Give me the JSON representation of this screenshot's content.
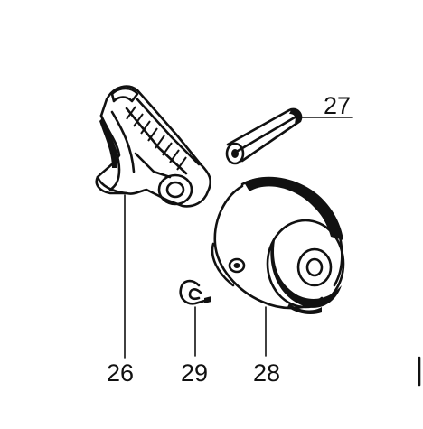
{
  "diagram": {
    "parts": [
      {
        "id": "rocker-arm",
        "number": "26"
      },
      {
        "id": "pin",
        "number": "27"
      },
      {
        "id": "roller",
        "number": "28"
      },
      {
        "id": "clip",
        "number": "29"
      }
    ],
    "colors": {
      "ink": "#111111",
      "paper": "#ffffff"
    }
  }
}
